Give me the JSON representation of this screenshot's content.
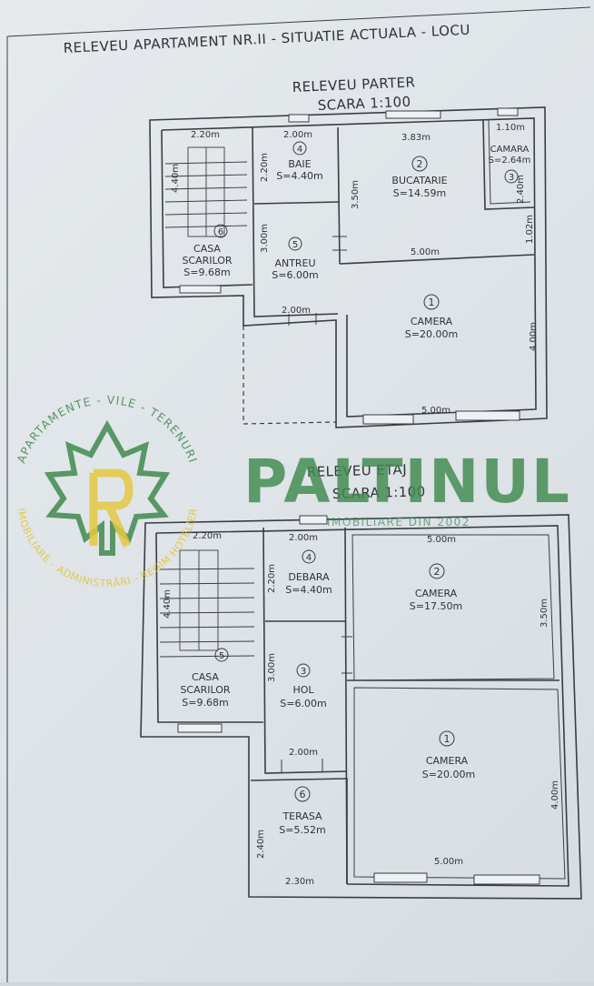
{
  "sheet_title": "RELEVEU APARTAMENT NR.II - SITUATIE ACTUALA - LOCU",
  "ground": {
    "heading": "RELEVEU PARTER",
    "scale": "SCARA 1:100",
    "rooms": [
      {
        "num": "1",
        "name": "CAMERA",
        "area": "S=20.00m"
      },
      {
        "num": "2",
        "name": "BUCATARIE",
        "area": "S=14.59m"
      },
      {
        "num": "3",
        "name": "CAMARA",
        "area": "S=2.64m"
      },
      {
        "num": "4",
        "name": "BAIE",
        "area": "S=4.40m"
      },
      {
        "num": "5",
        "name": "ANTREU",
        "area": "S=6.00m"
      },
      {
        "num": "6",
        "name_line1": "CASA",
        "name_line2": "SCARILOR",
        "area": "S=9.68m"
      }
    ],
    "dims": {
      "stair_top": "2.20m",
      "stair_side": "4.40m",
      "bath_top": "2.00m",
      "bath_side": "2.20m",
      "antreu_side": "3.00m",
      "antreu_bottom": "2.00m",
      "kitchen_top": "3.83m",
      "kitchen_side": "3.50m",
      "pantry_top": "1.10m",
      "pantry_side": "2.40m",
      "pantry_gap": "1.02m",
      "room_top": "5.00m",
      "room_side": "4.00m",
      "room_bottom": "5.00m"
    }
  },
  "upper": {
    "heading": "RELEVEU ETAJ",
    "scale": "SCARA 1:100",
    "rooms": [
      {
        "num": "1",
        "name": "CAMERA",
        "area": "S=20.00m"
      },
      {
        "num": "2",
        "name": "CAMERA",
        "area": "S=17.50m"
      },
      {
        "num": "3",
        "name": "HOL",
        "area": "S=6.00m"
      },
      {
        "num": "4",
        "name": "DEBARA",
        "area": "S=4.40m"
      },
      {
        "num": "5",
        "name_line1": "CASA",
        "name_line2": "SCARILOR",
        "area": "S=9.68m"
      },
      {
        "num": "6",
        "name": "TERASA",
        "area": "S=5.52m"
      }
    ],
    "dims": {
      "stair_top": "2.20m",
      "stair_side": "4.40m",
      "deb_top": "2.00m",
      "deb_side": "2.20m",
      "hol_side": "3.00m",
      "hol_bottom": "2.00m",
      "room2_top": "5.00m",
      "room2_side": "3.50m",
      "room1_side": "4.00m",
      "room1_bottom": "5.00m",
      "terasa_side": "2.40m",
      "terasa_bottom": "2.30m"
    }
  },
  "watermark": {
    "arc_text_top": "APARTAMENTE - VILE - TERENURI",
    "arc_text_bottom": "IMOBILIARE - ADMINISTRĂRI - REGIM HOTELIER",
    "brand": "PALTINUL",
    "tagline": "IMOBILIARE DIN 2002",
    "colors": {
      "green": "#3f8a4e",
      "yellow": "#e3c840"
    }
  }
}
